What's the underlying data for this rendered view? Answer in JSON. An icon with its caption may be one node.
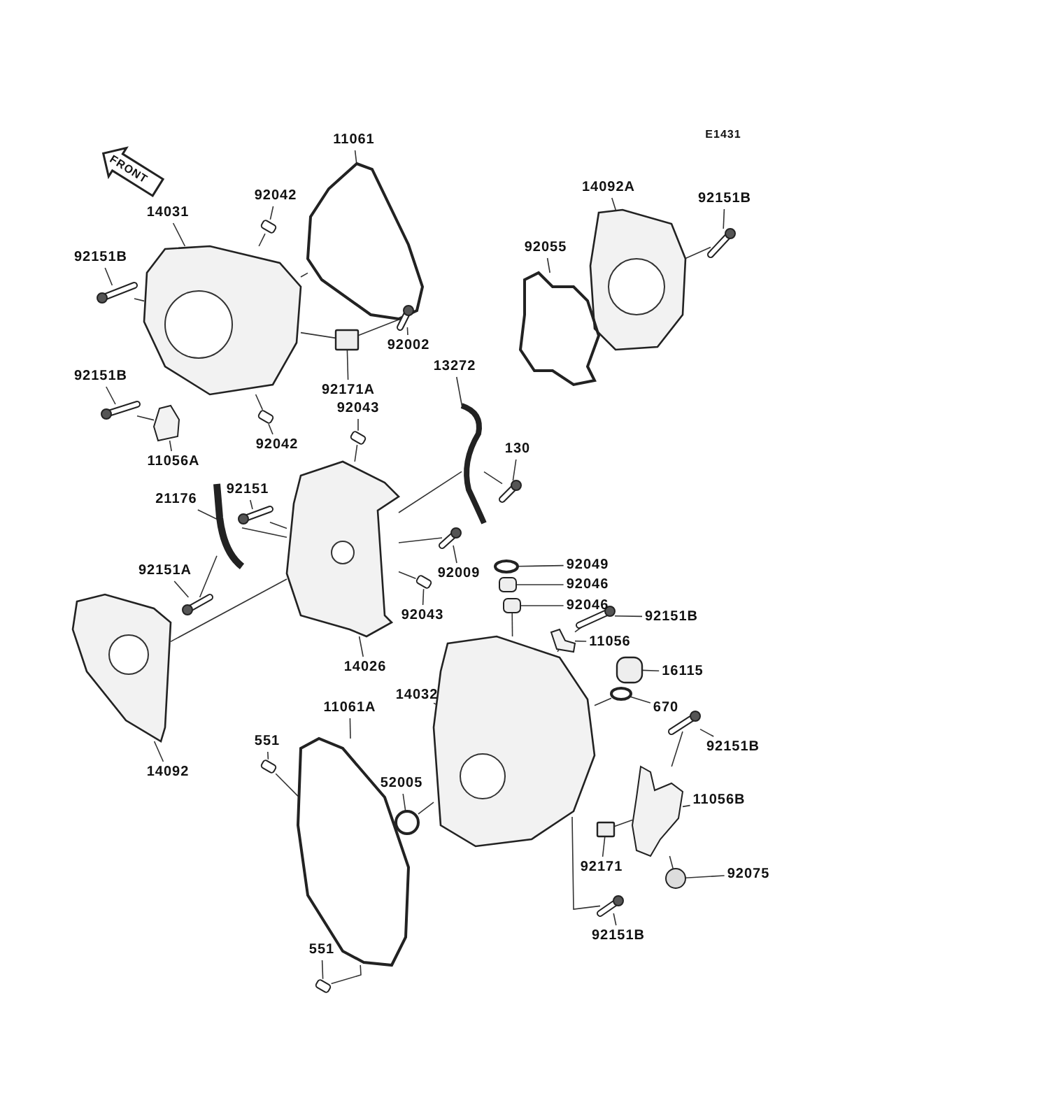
{
  "diagram": {
    "nodes": [
      {
        "text": [
          "11061"
        ]
      },
      {
        "text": [],
        "shape": "picture"
      },
      {
        "text": [
          "14031"
        ]
      },
      {
        "text": [],
        "shape": "picture"
      },
      {
        "text": [
          "92042"
        ]
      },
      {
        "text": [],
        "shape": "cylinder"
      },
      {
        "text": [
          "92151B"
        ]
      },
      {
        "text": [],
        "shape": "picture"
      },
      {
        "text": [
          "92002"
        ]
      },
      {
        "text": [],
        "shape": "picture"
      },
      {
        "text": [
          "92171A"
        ]
      },
      {
        "text": [],
        "shape": "box"
      },
      {
        "text": [
          "92151B"
        ]
      },
      {
        "text": [],
        "shape": "picture"
      },
      {
        "text": [
          "92042"
        ]
      },
      {
        "text": [],
        "shape": "cylinder"
      },
      {
        "text": [
          "11056A"
        ]
      },
      {
        "text": [],
        "shape": "picture"
      },
      {
        "text": [
          "14092A"
        ]
      },
      {
        "text": [],
        "shape": "picture"
      },
      {
        "text": [
          "92151B"
        ]
      },
      {
        "text": [],
        "shape": "picture"
      },
      {
        "text": [
          "92055"
        ]
      },
      {
        "text": [],
        "shape": "picture"
      },
      {
        "text": [
          "13272"
        ]
      },
      {
        "text": [],
        "shape": "picture"
      },
      {
        "text": [
          "92043"
        ]
      },
      {
        "text": [],
        "shape": "cylinder"
      },
      {
        "text": [
          "130"
        ]
      },
      {
        "text": [],
        "shape": "picture"
      },
      {
        "text": [
          "21176"
        ]
      },
      {
        "text": [],
        "shape": "picture"
      },
      {
        "text": [
          "92151"
        ]
      },
      {
        "text": [],
        "shape": "picture"
      },
      {
        "text": [
          "92151A"
        ]
      },
      {
        "text": [],
        "shape": "picture"
      },
      {
        "text": [
          "92009"
        ]
      },
      {
        "text": [],
        "shape": "picture"
      },
      {
        "text": [
          "92043"
        ]
      },
      {
        "text": [],
        "shape": "cylinder"
      },
      {
        "text": [
          "14026"
        ]
      },
      {
        "text": [],
        "shape": "picture"
      },
      {
        "text": [
          "14092"
        ]
      },
      {
        "text": [],
        "shape": "picture"
      },
      {
        "text": [
          "92049"
        ]
      },
      {
        "text": [],
        "shape": "circle"
      },
      {
        "text": [
          "92046"
        ]
      },
      {
        "text": [],
        "shape": "cylinder"
      },
      {
        "text": [
          "92046"
        ]
      },
      {
        "text": [],
        "shape": "cylinder"
      },
      {
        "text": [
          "92151B"
        ]
      },
      {
        "text": [],
        "shape": "picture"
      },
      {
        "text": [
          "11056"
        ]
      },
      {
        "text": [],
        "shape": "picture"
      },
      {
        "text": [
          "14032"
        ]
      },
      {
        "text": [],
        "shape": "picture"
      },
      {
        "text": [
          "16115"
        ]
      },
      {
        "text": [],
        "shape": "box"
      },
      {
        "text": [
          "670"
        ]
      },
      {
        "text": [],
        "shape": "circle"
      },
      {
        "text": [
          "11061A"
        ]
      },
      {
        "text": [],
        "shape": "picture"
      },
      {
        "text": [
          "551"
        ]
      },
      {
        "text": [],
        "shape": "cylinder"
      },
      {
        "text": [
          "92151B"
        ]
      },
      {
        "text": [],
        "shape": "picture"
      },
      {
        "text": [
          "52005"
        ]
      },
      {
        "text": [],
        "shape": "circle"
      },
      {
        "text": [
          "11056B"
        ]
      },
      {
        "text": [],
        "shape": "picture"
      },
      {
        "text": [
          "92171"
        ]
      },
      {
        "text": [],
        "shape": "box"
      },
      {
        "text": [
          "92075"
        ]
      },
      {
        "text": [],
        "shape": "circle"
      },
      {
        "text": [
          "92151B"
        ]
      },
      {
        "text": [],
        "shape": "picture"
      },
      {
        "text": [
          "551"
        ]
      },
      {
        "text": [],
        "shape": "cylinder"
      }
    ],
    "edges": [
      {
        "from": 0,
        "to": 1,
        "arrow": "none"
      },
      {
        "from": 2,
        "to": 3,
        "arrow": "none"
      },
      {
        "from": 4,
        "to": 5,
        "arrow": "none"
      },
      {
        "from": 6,
        "to": 7,
        "arrow": "none"
      },
      {
        "from": 8,
        "to": 9,
        "arrow": "none"
      },
      {
        "from": 10,
        "to": 11,
        "arrow": "none"
      },
      {
        "from": 12,
        "to": 13,
        "arrow": "none"
      },
      {
        "from": 14,
        "to": 15,
        "arrow": "none"
      },
      {
        "from": 16,
        "to": 17,
        "arrow": "none"
      },
      {
        "from": 18,
        "to": 19,
        "arrow": "none"
      },
      {
        "from": 20,
        "to": 21,
        "arrow": "none"
      },
      {
        "from": 22,
        "to": 23,
        "arrow": "none"
      },
      {
        "from": 24,
        "to": 25,
        "arrow": "none"
      },
      {
        "from": 26,
        "to": 27,
        "arrow": "none"
      },
      {
        "from": 28,
        "to": 29,
        "arrow": "none"
      },
      {
        "from": 30,
        "to": 31,
        "arrow": "none"
      },
      {
        "from": 32,
        "to": 33,
        "arrow": "none"
      },
      {
        "from": 34,
        "to": 35,
        "arrow": "none"
      },
      {
        "from": 36,
        "to": 37,
        "arrow": "none"
      },
      {
        "from": 38,
        "to": 39,
        "arrow": "none"
      },
      {
        "from": 40,
        "to": 41,
        "arrow": "none"
      },
      {
        "from": 42,
        "to": 43,
        "arrow": "none"
      },
      {
        "from": 44,
        "to": 45,
        "arrow": "none"
      },
      {
        "from": 46,
        "to": 47,
        "arrow": "none"
      },
      {
        "from": 48,
        "to": 49,
        "arrow": "none"
      },
      {
        "from": 50,
        "to": 51,
        "arrow": "none"
      },
      {
        "from": 52,
        "to": 53,
        "arrow": "none"
      },
      {
        "from": 54,
        "to": 55,
        "arrow": "none"
      },
      {
        "from": 56,
        "to": 57,
        "arrow": "none"
      },
      {
        "from": 58,
        "to": 59,
        "arrow": "none"
      },
      {
        "from": 60,
        "to": 61,
        "arrow": "none"
      },
      {
        "from": 62,
        "to": 63,
        "arrow": "none"
      },
      {
        "from": 64,
        "to": 65,
        "arrow": "none"
      },
      {
        "from": 66,
        "to": 67,
        "arrow": "none"
      },
      {
        "from": 68,
        "to": 69,
        "arrow": "none"
      },
      {
        "from": 70,
        "to": 71,
        "arrow": "none"
      },
      {
        "from": 72,
        "to": 73,
        "arrow": "none"
      },
      {
        "from": 74,
        "to": 75,
        "arrow": "none"
      },
      {
        "from": 76,
        "to": 77,
        "arrow": "none"
      },
      {
        "from": 3,
        "to": 1,
        "arrow": "none"
      },
      {
        "from": 7,
        "to": 3,
        "arrow": "none"
      },
      {
        "from": 5,
        "to": 3,
        "arrow": "none"
      },
      {
        "from": 13,
        "to": 17,
        "arrow": "none"
      },
      {
        "from": 3,
        "to": 11,
        "arrow": "none"
      },
      {
        "from": 11,
        "to": 9,
        "arrow": "none"
      },
      {
        "from": 3,
        "to": 15,
        "arrow": "none"
      },
      {
        "from": 21,
        "to": 19,
        "arrow": "none"
      },
      {
        "from": 29,
        "to": 25,
        "arrow": "none"
      },
      {
        "from": 25,
        "to": 41,
        "arrow": "none"
      },
      {
        "from": 27,
        "to": 41,
        "arrow": "none"
      },
      {
        "from": 33,
        "to": 41,
        "arrow": "none"
      },
      {
        "from": 31,
        "to": 41,
        "arrow": "none"
      },
      {
        "from": 35,
        "to": 31,
        "arrow": "none"
      },
      {
        "from": 37,
        "to": 41,
        "arrow": "none"
      },
      {
        "from": 39,
        "to": 41,
        "arrow": "none"
      },
      {
        "from": 43,
        "to": 41,
        "arrow": "none"
      },
      {
        "from": 49,
        "to": 55,
        "arrow": "none"
      },
      {
        "from": 51,
        "to": 53,
        "arrow": "none"
      },
      {
        "from": 53,
        "to": 55,
        "arrow": "none"
      },
      {
        "from": 59,
        "to": 55,
        "arrow": "none"
      },
      {
        "from": 63,
        "to": 61,
        "arrow": "none"
      },
      {
        "from": 77,
        "to": 61,
        "arrow": "none"
      },
      {
        "from": 67,
        "to": 55,
        "arrow": "none"
      },
      {
        "from": 65,
        "to": 69,
        "arrow": "none"
      },
      {
        "from": 71,
        "to": 69,
        "arrow": "none"
      },
      {
        "from": 73,
        "to": 69,
        "arrow": "none"
      },
      {
        "from": 75,
        "to": 55,
        "arrow": "none"
      }
    ],
    "labels": [
      "E1431",
      "FRONT"
    ]
  }
}
